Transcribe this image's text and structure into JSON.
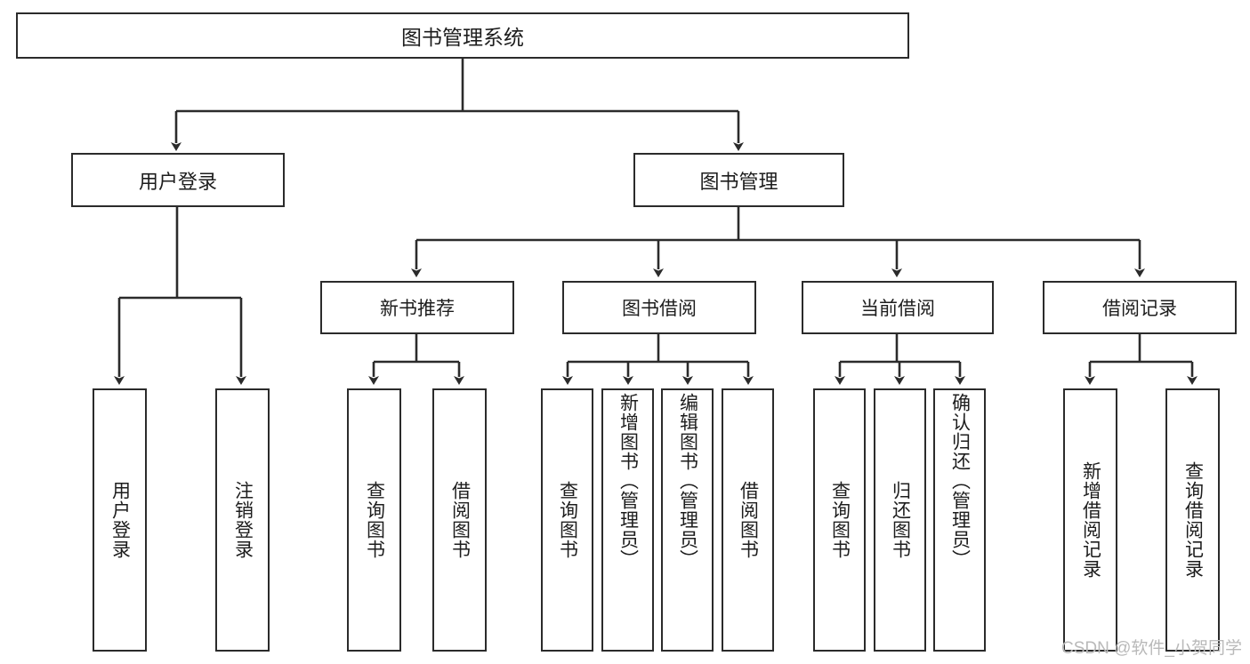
{
  "diagram": {
    "title": "图书管理系统",
    "type": "hierarchy-tree",
    "root": {
      "label": "图书管理系统"
    },
    "level1": [
      {
        "label": "用户登录"
      },
      {
        "label": "图书管理"
      }
    ],
    "level2": [
      {
        "label": "新书推荐"
      },
      {
        "label": "图书借阅"
      },
      {
        "label": "当前借阅"
      },
      {
        "label": "借阅记录"
      }
    ],
    "leaves": {
      "user_login": [
        {
          "label": "用户登录"
        },
        {
          "label": "注销登录"
        }
      ],
      "new_book_recommend": [
        {
          "label": "查询图书"
        },
        {
          "label": "借阅图书"
        }
      ],
      "book_borrow": [
        {
          "label": "查询图书"
        },
        {
          "label": "新增图书（管理员）"
        },
        {
          "label": "编辑图书（管理员）"
        },
        {
          "label": "借阅图书"
        }
      ],
      "current_borrow": [
        {
          "label": "查询图书"
        },
        {
          "label": "归还图书"
        },
        {
          "label": "确认归还（管理员）"
        }
      ],
      "borrow_record": [
        {
          "label": "新增借阅记录"
        },
        {
          "label": "查询借阅记录"
        }
      ]
    }
  },
  "watermark": {
    "text": "CSDN @软件_小贺同学"
  },
  "colors": {
    "stroke": "#2b2b2b",
    "fill": "#ffffff",
    "text": "#1d1d1d",
    "watermark": "#b9b9b9"
  }
}
